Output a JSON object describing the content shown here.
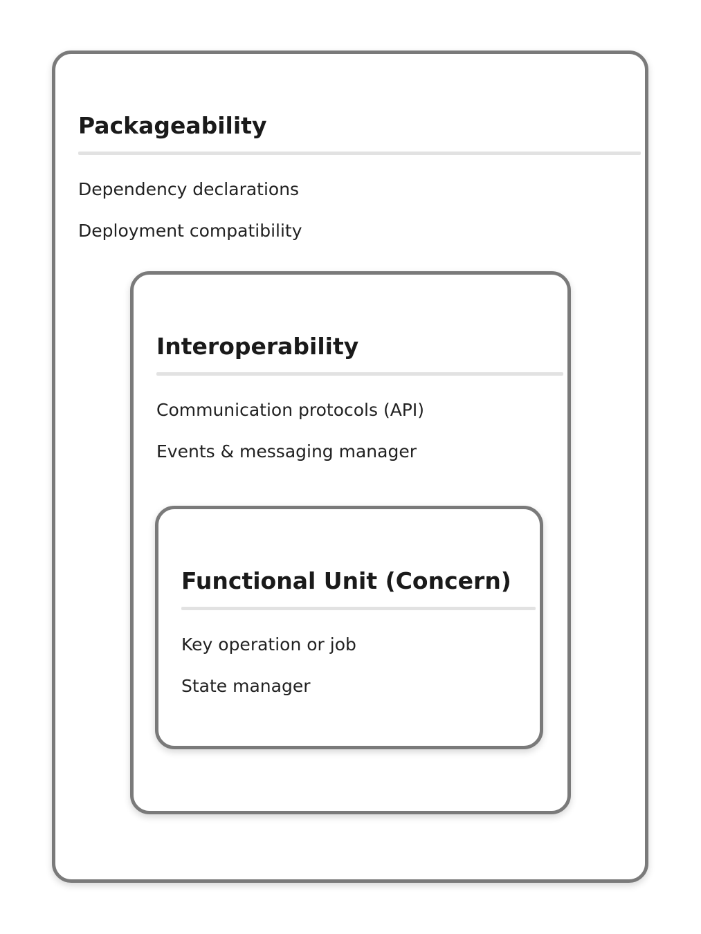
{
  "page": {
    "background_color": "#ffffff"
  },
  "diagram": {
    "style": {
      "box_border_color": "#7a7a7a",
      "divider_color": "#e2e2e2",
      "title_color": "#1a1a1a",
      "item_color": "#212121"
    },
    "outer": {
      "title": "Packageability",
      "items": [
        "Dependency declarations",
        "Deployment compatibility"
      ]
    },
    "middle": {
      "title": "Interoperability",
      "items": [
        "Communication protocols (API)",
        "Events & messaging manager"
      ]
    },
    "inner": {
      "title": "Functional Unit (Concern)",
      "items": [
        "Key operation or job",
        "State manager"
      ]
    }
  }
}
